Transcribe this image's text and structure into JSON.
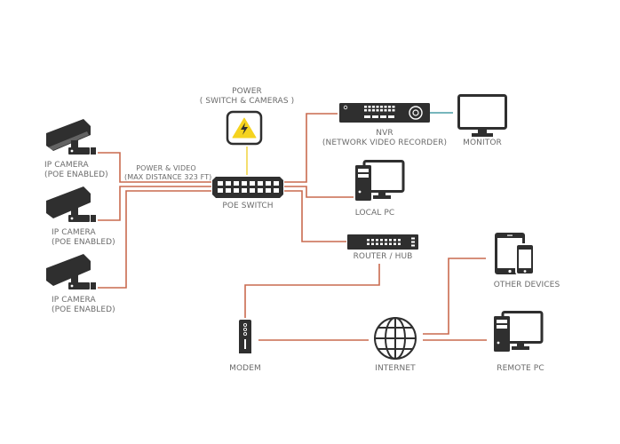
{
  "colors": {
    "wire": "#c96a4f",
    "video_link": "#4a9ea5",
    "power_link": "#f2d64b",
    "power_icon": "#f5d31e",
    "device": "#2f2f2f",
    "label": "#6b6b6b"
  },
  "nodes": {
    "camera_1": {
      "line1": "IP CAMERA",
      "line2": "(POE ENABLED)",
      "icon": "cctv-camera-icon"
    },
    "camera_2": {
      "line1": "IP CAMERA",
      "line2": "(POE ENABLED)",
      "icon": "cctv-camera-icon"
    },
    "camera_3": {
      "line1": "IP CAMERA",
      "line2": "(POE ENABLED)",
      "icon": "cctv-camera-icon"
    },
    "power": {
      "line1": "POWER",
      "line2": "( SWITCH & CAMERAS )",
      "icon": "power-warning-icon"
    },
    "poe_switch": {
      "label": "POE SWITCH",
      "icon": "network-switch-icon"
    },
    "nvr": {
      "line1": "NVR",
      "line2": "(NETWORK VIDEO RECORDER)",
      "icon": "nvr-icon"
    },
    "monitor": {
      "label": "MONITOR",
      "icon": "monitor-icon"
    },
    "local_pc": {
      "label": "LOCAL PC",
      "icon": "desktop-pc-icon"
    },
    "router": {
      "label": "ROUTER / HUB",
      "icon": "router-icon"
    },
    "modem": {
      "label": "MODEM",
      "icon": "modem-icon"
    },
    "internet": {
      "label": "INTERNET",
      "icon": "globe-icon"
    },
    "other_devices": {
      "label": "OTHER DEVICES",
      "icon": "tablet-phone-icon"
    },
    "remote_pc": {
      "label": "REMOTE PC",
      "icon": "desktop-pc-icon"
    }
  },
  "edge_labels": {
    "cameras_to_switch": {
      "line1": "POWER & VIDEO",
      "line2": "(MAX DISTANCE 323 FT)"
    }
  }
}
